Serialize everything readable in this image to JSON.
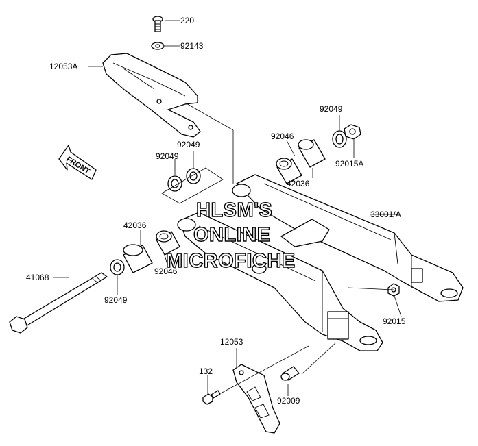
{
  "labels": {
    "p220": "220",
    "p92143": "92143",
    "p12053A": "12053A",
    "p92049_top": "92049",
    "p92046_top": "92046",
    "p92015A": "92015A",
    "p42036_top": "42036",
    "p92049_left_a": "92049",
    "p92049_left_b": "92049",
    "p33001A": "33001/A",
    "p42036_left": "42036",
    "p92046_left": "92046",
    "p41068": "41068",
    "p92049_bottom": "92049",
    "p92015": "92015",
    "p12053": "12053",
    "p132": "132",
    "p92009": "92009"
  },
  "front_arrow": "FRONT",
  "watermark": {
    "line1": "HLSM'S",
    "line2": "ONLINE",
    "line3": "MICROFICHE"
  }
}
